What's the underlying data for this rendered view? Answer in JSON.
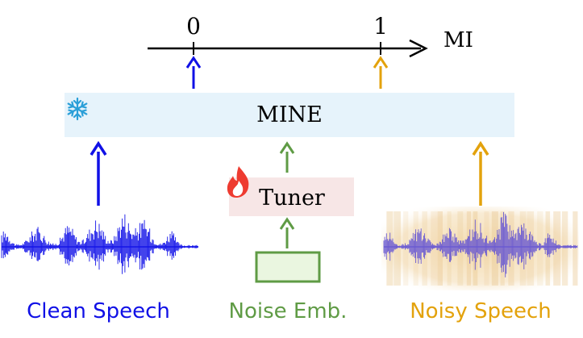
{
  "axis": {
    "tick_0": "0",
    "tick_1": "1",
    "label": "MI"
  },
  "mine": {
    "label": "MINE",
    "frozen_icon": "snowflake-icon"
  },
  "tuner": {
    "label": "Tuner",
    "trainable_icon": "fire-icon"
  },
  "captions": {
    "clean": "Clean Speech",
    "noise": "Noise Emb.",
    "noisy": "Noisy Speech"
  },
  "colors": {
    "clean": "#1010e6",
    "noise": "#5f9b45",
    "noisy": "#e3a20c",
    "mine_bg": "#e6f3fb",
    "tuner_bg": "#f7e6e6",
    "noise_box_fill": "#eaf6e0"
  }
}
